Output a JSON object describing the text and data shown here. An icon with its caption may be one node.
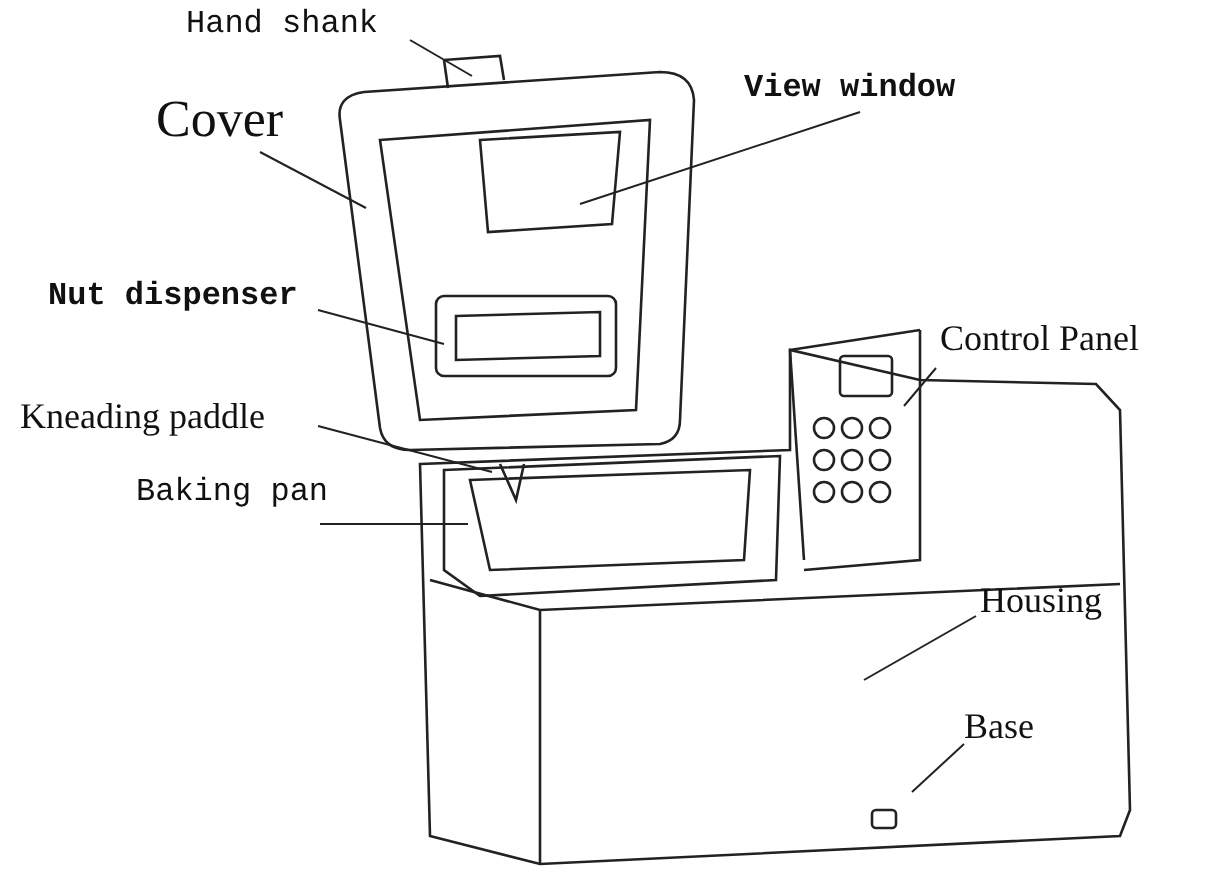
{
  "diagram": {
    "nodes": [
      {
        "text": [
          "Hand shank"
        ]
      },
      {
        "text": [
          "Cover"
        ]
      },
      {
        "text": [
          "View window"
        ]
      },
      {
        "text": [
          "Nut dispenser"
        ]
      },
      {
        "text": [
          "Kneading paddle"
        ]
      },
      {
        "text": [
          "Baking pan"
        ]
      },
      {
        "text": [
          "Control Panel"
        ]
      },
      {
        "text": [
          "Housing"
        ]
      },
      {
        "text": [
          "Base"
        ]
      }
    ],
    "edges": [
      {
        "from": 0,
        "to": null,
        "arrow": "none"
      },
      {
        "from": 1,
        "to": null,
        "arrow": "none"
      },
      {
        "from": 2,
        "to": null,
        "arrow": "none"
      },
      {
        "from": 3,
        "to": null,
        "arrow": "none"
      },
      {
        "from": 4,
        "to": null,
        "arrow": "none"
      },
      {
        "from": 5,
        "to": null,
        "arrow": "none"
      },
      {
        "from": 6,
        "to": null,
        "arrow": "none"
      },
      {
        "from": 7,
        "to": null,
        "arrow": "none"
      },
      {
        "from": 8,
        "to": null,
        "arrow": "none"
      }
    ]
  }
}
